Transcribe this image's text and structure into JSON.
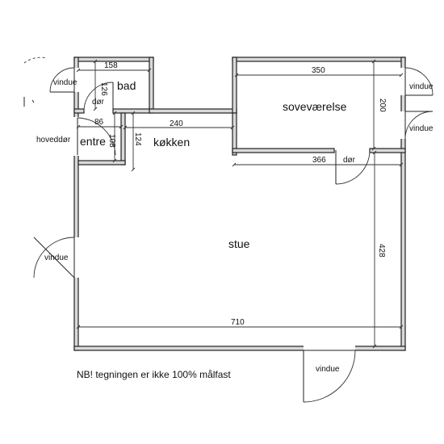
{
  "rooms": {
    "bad": "bad",
    "entre": "entre",
    "kokken": "køkken",
    "sovevaerelse": "soveværelse",
    "stue": "stue"
  },
  "dimensions": {
    "bad_width": "158",
    "bad_height": "126",
    "entre_width": "86",
    "entre_height": "108",
    "kokken_height": "124",
    "kokken_width": "240",
    "sove_width": "350",
    "sove_height": "200",
    "stue_top": "366",
    "stue_height": "428",
    "stue_width": "710"
  },
  "openings": {
    "vindue_bad": "vindue",
    "dor_bad": "dør",
    "hoveddor": "hoveddør",
    "vindue_sove_1": "vindue",
    "vindue_sove_2": "vindue",
    "dor_stue": "dør",
    "vindue_stue_left": "vindue",
    "vindue_stue_bottom": "vindue"
  },
  "note": "NB! tegningen er ikke 100% målfast"
}
